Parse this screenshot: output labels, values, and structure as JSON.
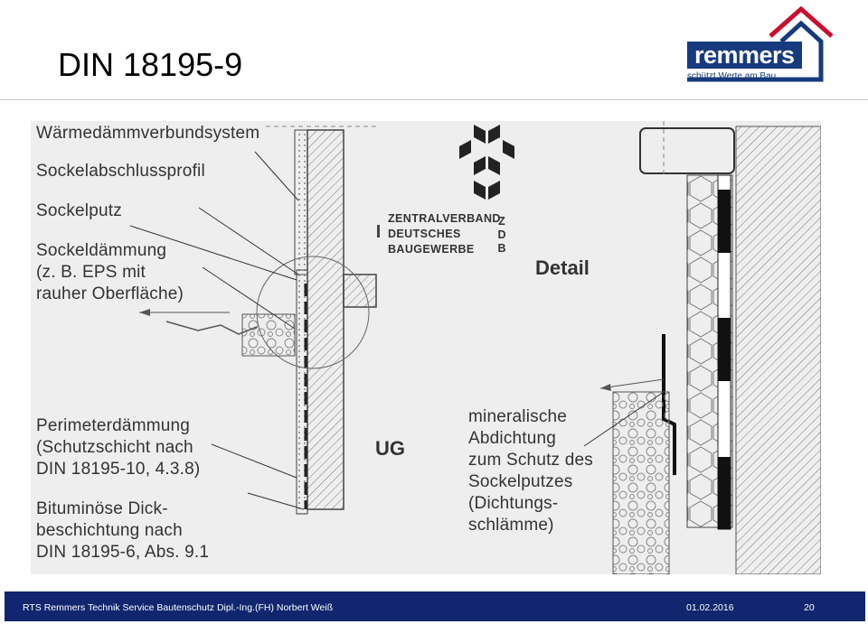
{
  "title": "DIN 18195-9",
  "logo": {
    "word": "remmers",
    "slogan": "schützt Werte am Bau"
  },
  "labels": {
    "wdvs": "Wärmedämmverbundsystem",
    "profil": "Sockelabschlussprofil",
    "putz": "Sockelputz",
    "daemmung": "Sockeldämmung\n(z. B. EPS mit\nrauher Oberfläche)",
    "perimeter": "Perimeterdämmung\n(Schutzschicht nach\nDIN 18195-10, 4.3.8)",
    "bitumen": "Bituminöse Dick-\nbeschichtung nach\nDIN 18195-6, Abs. 9.1",
    "mineral": "mineralische\nAbdichtung\nzum Schutz des\nSockelputzes\n(Dichtungs-\nschlämme)",
    "zdb_main": "ZENTRALVERBAND\nDEUTSCHES\nBAUGEWERBE",
    "zdb_side": "ZDB",
    "detail": "Detail",
    "ug": "UG"
  },
  "footer": {
    "left": "RTS Remmers Technik Service Bautenschutz Dipl.-Ing.(FH) Norbert Weiß",
    "date": "01.02.2016",
    "page": "20"
  },
  "colors": {
    "footer_bg": "#11266e",
    "logo_blue": "#173a7e",
    "logo_red": "#c8102e"
  }
}
